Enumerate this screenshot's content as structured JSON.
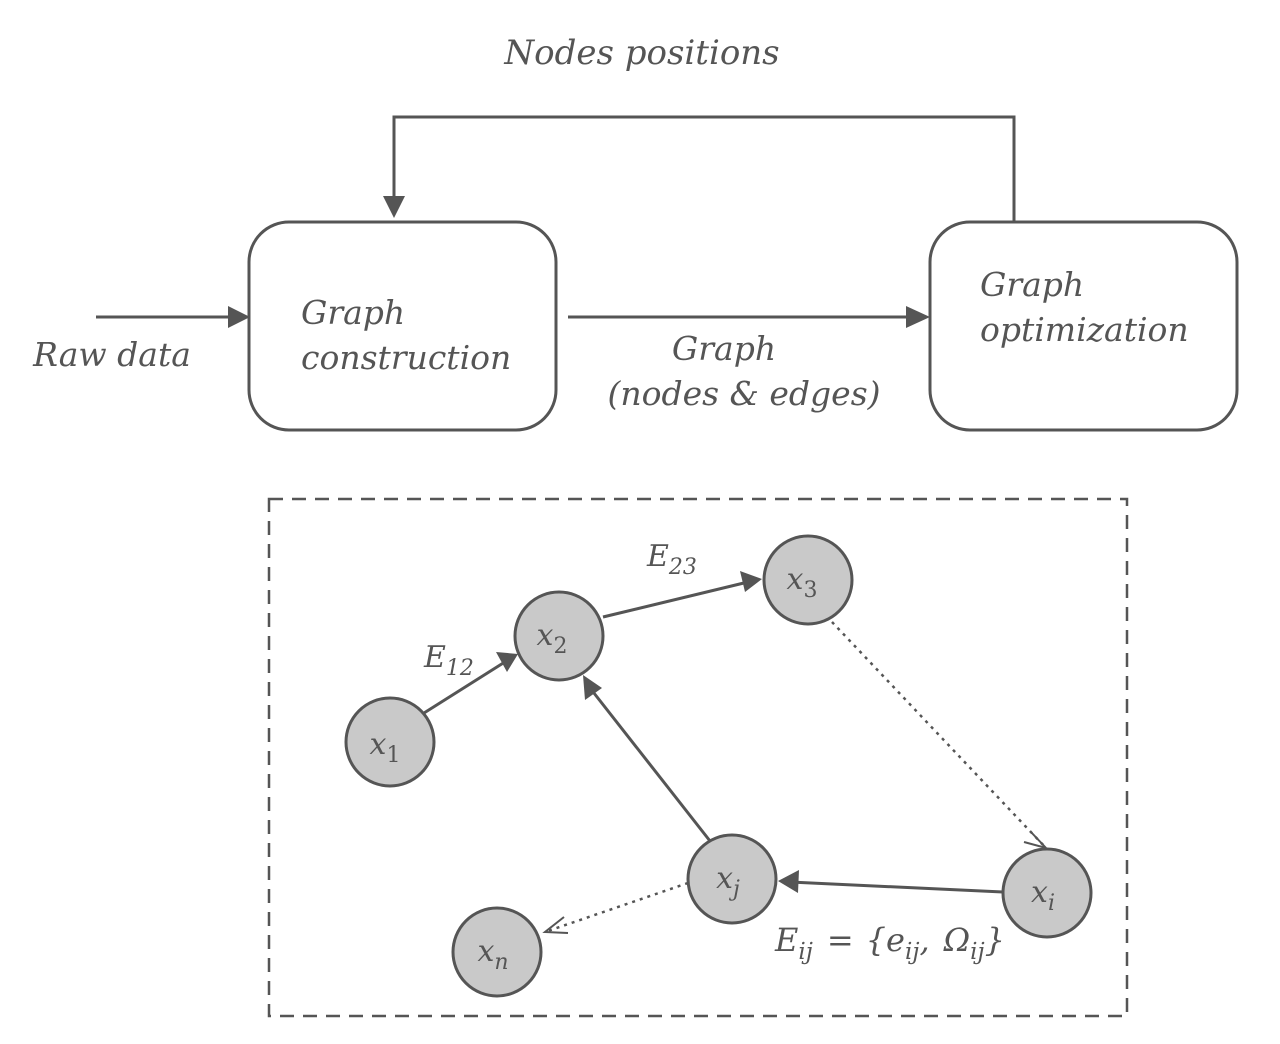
{
  "pipeline": {
    "feedback_label": "Nodes positions",
    "input_label": "Raw data",
    "construction_box": {
      "line1": "Graph",
      "line2": "construction"
    },
    "optimization_box": {
      "line1": "Graph",
      "line2": "optimization"
    },
    "graph_edge_label": {
      "line1": "Graph",
      "line2": "(nodes & edges)"
    }
  },
  "graph": {
    "nodes": {
      "x1": {
        "base": "x",
        "sub": "1"
      },
      "x2": {
        "base": "x",
        "sub": "2"
      },
      "x3": {
        "base": "x",
        "sub": "3"
      },
      "xi": {
        "base": "x",
        "sub": "i"
      },
      "xj": {
        "base": "x",
        "sub": "j"
      },
      "xn": {
        "base": "x",
        "sub": "n"
      }
    },
    "edge_labels": {
      "e12": {
        "base": "E",
        "sub": "12"
      },
      "e23": {
        "base": "E",
        "sub": "23"
      },
      "eij": {
        "lhs_base": "E",
        "lhs_sub": "ij",
        "equals": "=",
        "open_brace": "{",
        "e_base": "e",
        "e_sub": "ij",
        "comma": ",",
        "omega_base": "Ω",
        "omega_sub": "ij",
        "close_brace": "}"
      }
    }
  },
  "colors": {
    "stroke": "#555555",
    "node_fill": "#c9c9c9",
    "text": "#555555"
  }
}
